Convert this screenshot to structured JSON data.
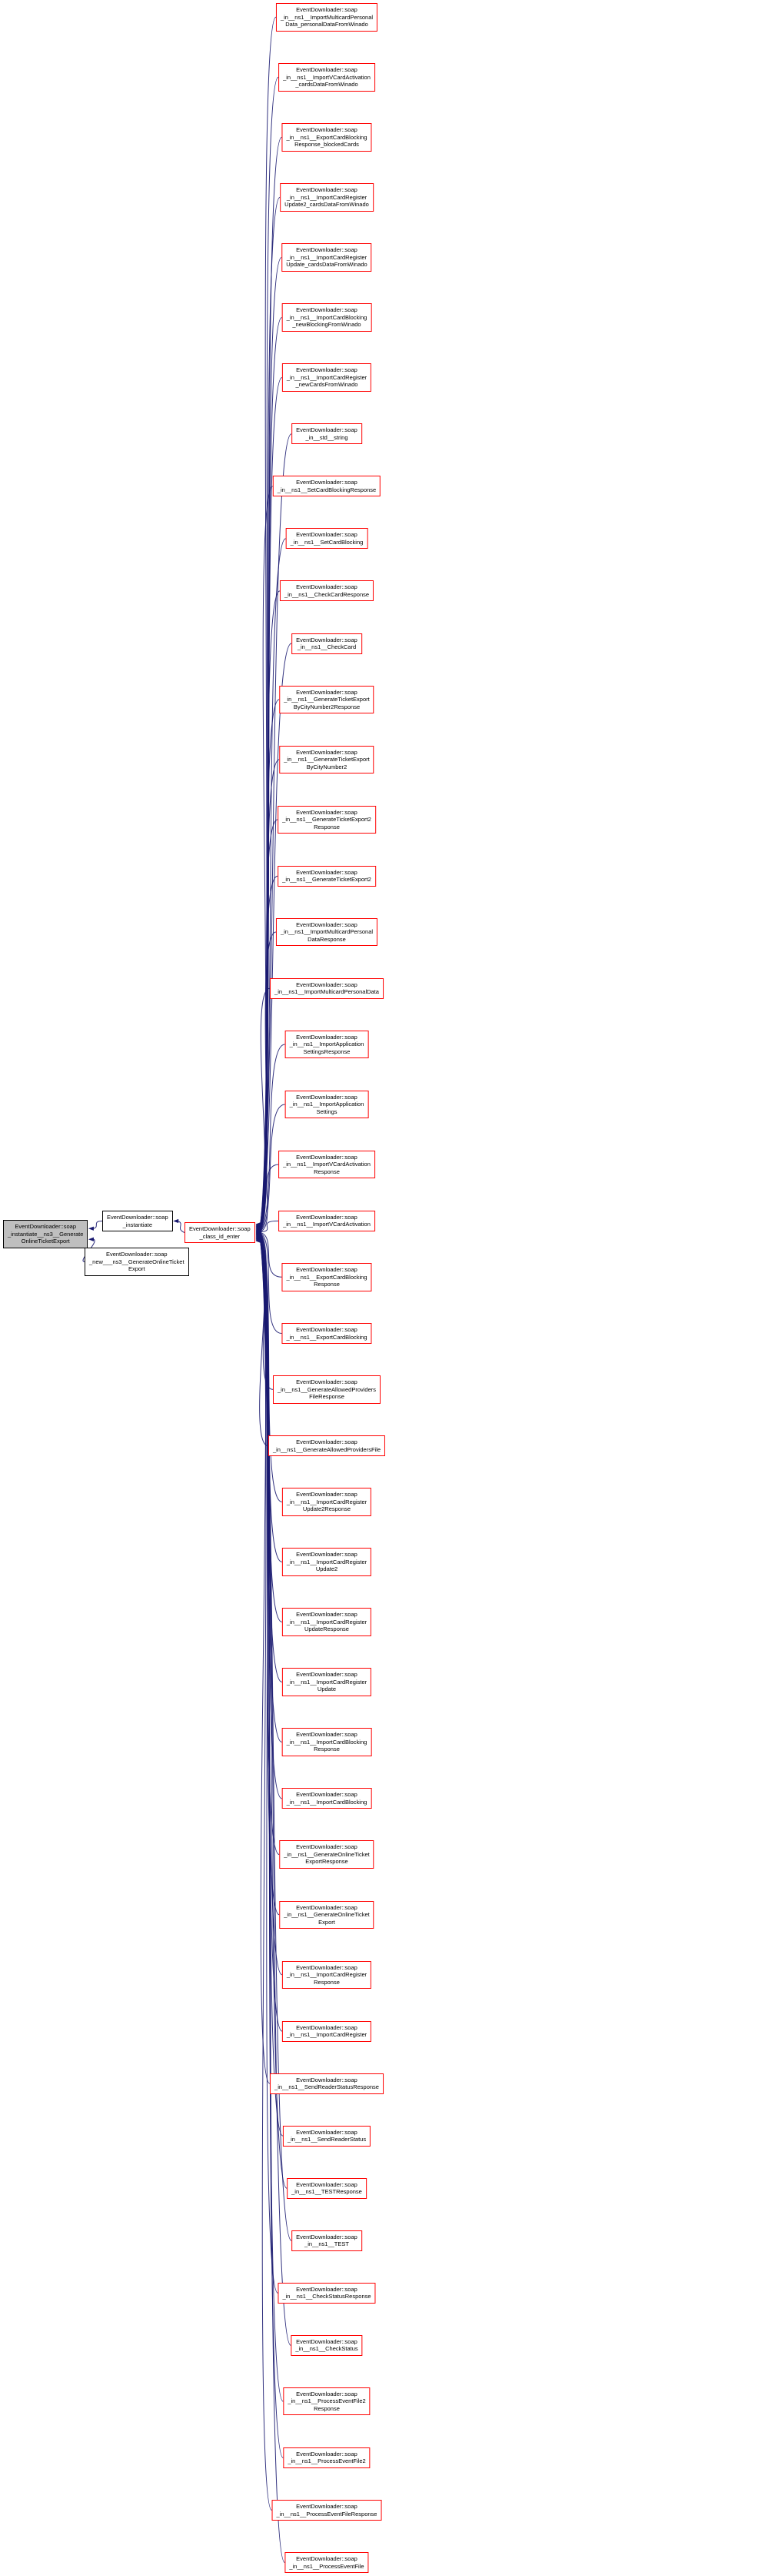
{
  "diagram": {
    "type": "doxygen-caller-graph",
    "background_color": "#ffffff",
    "edge_color": "#191970",
    "node_border_red": "#ff0000",
    "node_border_black": "#000000",
    "focus_fill": "#bfbfbf",
    "focus_node": {
      "lines": [
        "EventDownloader::soap",
        "_instantiate__ns3__Generate",
        "OnlineTicketExport"
      ]
    },
    "instantiate_node": {
      "lines": [
        "EventDownloader::soap",
        "_instantiate"
      ]
    },
    "new_node": {
      "lines": [
        "EventDownloader::soap",
        "_new___ns3__GenerateOnlineTicket",
        "Export"
      ]
    },
    "hub_node": {
      "lines": [
        "EventDownloader::soap",
        "_class_id_enter"
      ]
    },
    "caller_nodes": [
      {
        "lines": [
          "EventDownloader::soap",
          "_in__ns1__ImportMulticardPersonal",
          "Data_personalDataFromWinado"
        ]
      },
      {
        "lines": [
          "EventDownloader::soap",
          "_in__ns1__ImportVCardActivation",
          "_cardsDataFromWinado"
        ]
      },
      {
        "lines": [
          "EventDownloader::soap",
          "_in__ns1__ExportCardBlocking",
          "Response_blockedCards"
        ]
      },
      {
        "lines": [
          "EventDownloader::soap",
          "_in__ns1__ImportCardRegister",
          "Update2_cardsDataFromWinado"
        ]
      },
      {
        "lines": [
          "EventDownloader::soap",
          "_in__ns1__ImportCardRegister",
          "Update_cardsDataFromWinado"
        ]
      },
      {
        "lines": [
          "EventDownloader::soap",
          "_in__ns1__ImportCardBlocking",
          "_newBlockingFromWinado"
        ]
      },
      {
        "lines": [
          "EventDownloader::soap",
          "_in__ns1__ImportCardRegister",
          "_newCardsFromWinado"
        ]
      },
      {
        "lines": [
          "EventDownloader::soap",
          "_in__std__string"
        ]
      },
      {
        "lines": [
          "EventDownloader::soap",
          "_in__ns1__SetCardBlockingResponse"
        ]
      },
      {
        "lines": [
          "EventDownloader::soap",
          "_in__ns1__SetCardBlocking"
        ]
      },
      {
        "lines": [
          "EventDownloader::soap",
          "_in__ns1__CheckCardResponse"
        ]
      },
      {
        "lines": [
          "EventDownloader::soap",
          "_in__ns1__CheckCard"
        ]
      },
      {
        "lines": [
          "EventDownloader::soap",
          "_in__ns1__GenerateTicketExport",
          "ByCityNumber2Response"
        ]
      },
      {
        "lines": [
          "EventDownloader::soap",
          "_in__ns1__GenerateTicketExport",
          "ByCityNumber2"
        ]
      },
      {
        "lines": [
          "EventDownloader::soap",
          "_in__ns1__GenerateTicketExport2",
          "Response"
        ]
      },
      {
        "lines": [
          "EventDownloader::soap",
          "_in__ns1__GenerateTicketExport2"
        ]
      },
      {
        "lines": [
          "EventDownloader::soap",
          "_in__ns1__ImportMulticardPersonal",
          "DataResponse"
        ]
      },
      {
        "lines": [
          "EventDownloader::soap",
          "_in__ns1__ImportMulticardPersonalData"
        ]
      },
      {
        "lines": [
          "EventDownloader::soap",
          "_in__ns1__ImportApplication",
          "SettingsResponse"
        ]
      },
      {
        "lines": [
          "EventDownloader::soap",
          "_in__ns1__ImportApplication",
          "Settings"
        ]
      },
      {
        "lines": [
          "EventDownloader::soap",
          "_in__ns1__ImportVCardActivation",
          "Response"
        ]
      },
      {
        "lines": [
          "EventDownloader::soap",
          "_in__ns1__ImportVCardActivation"
        ]
      },
      {
        "lines": [
          "EventDownloader::soap",
          "_in__ns1__ExportCardBlocking",
          "Response"
        ]
      },
      {
        "lines": [
          "EventDownloader::soap",
          "_in__ns1__ExportCardBlocking"
        ]
      },
      {
        "lines": [
          "EventDownloader::soap",
          "_in__ns1__GenerateAllowedProviders",
          "FileResponse"
        ]
      },
      {
        "lines": [
          "EventDownloader::soap",
          "_in__ns1__GenerateAllowedProvidersFile"
        ]
      },
      {
        "lines": [
          "EventDownloader::soap",
          "_in__ns1__ImportCardRegister",
          "Update2Response"
        ]
      },
      {
        "lines": [
          "EventDownloader::soap",
          "_in__ns1__ImportCardRegister",
          "Update2"
        ]
      },
      {
        "lines": [
          "EventDownloader::soap",
          "_in__ns1__ImportCardRegister",
          "UpdateResponse"
        ]
      },
      {
        "lines": [
          "EventDownloader::soap",
          "_in__ns1__ImportCardRegister",
          "Update"
        ]
      },
      {
        "lines": [
          "EventDownloader::soap",
          "_in__ns1__ImportCardBlocking",
          "Response"
        ]
      },
      {
        "lines": [
          "EventDownloader::soap",
          "_in__ns1__ImportCardBlocking"
        ]
      },
      {
        "lines": [
          "EventDownloader::soap",
          "_in__ns1__GenerateOnlineTicket",
          "ExportResponse"
        ]
      },
      {
        "lines": [
          "EventDownloader::soap",
          "_in__ns1__GenerateOnlineTicket",
          "Export"
        ]
      },
      {
        "lines": [
          "EventDownloader::soap",
          "_in__ns1__ImportCardRegister",
          "Response"
        ]
      },
      {
        "lines": [
          "EventDownloader::soap",
          "_in__ns1__ImportCardRegister"
        ]
      },
      {
        "lines": [
          "EventDownloader::soap",
          "_in__ns1__SendReaderStatusResponse"
        ]
      },
      {
        "lines": [
          "EventDownloader::soap",
          "_in__ns1__SendReaderStatus"
        ]
      },
      {
        "lines": [
          "EventDownloader::soap",
          "_in__ns1__TESTResponse"
        ]
      },
      {
        "lines": [
          "EventDownloader::soap",
          "_in__ns1__TEST"
        ]
      },
      {
        "lines": [
          "EventDownloader::soap",
          "_in__ns1__CheckStatusResponse"
        ]
      },
      {
        "lines": [
          "EventDownloader::soap",
          "_in__ns1__CheckStatus"
        ]
      },
      {
        "lines": [
          "EventDownloader::soap",
          "_in__ns1__ProcessEventFile2",
          "Response"
        ]
      },
      {
        "lines": [
          "EventDownloader::soap",
          "_in__ns1__ProcessEventFile2"
        ]
      },
      {
        "lines": [
          "EventDownloader::soap",
          "_in__ns1__ProcessEventFileResponse"
        ]
      },
      {
        "lines": [
          "EventDownloader::soap",
          "_in__ns1__ProcessEventFile"
        ]
      }
    ]
  }
}
